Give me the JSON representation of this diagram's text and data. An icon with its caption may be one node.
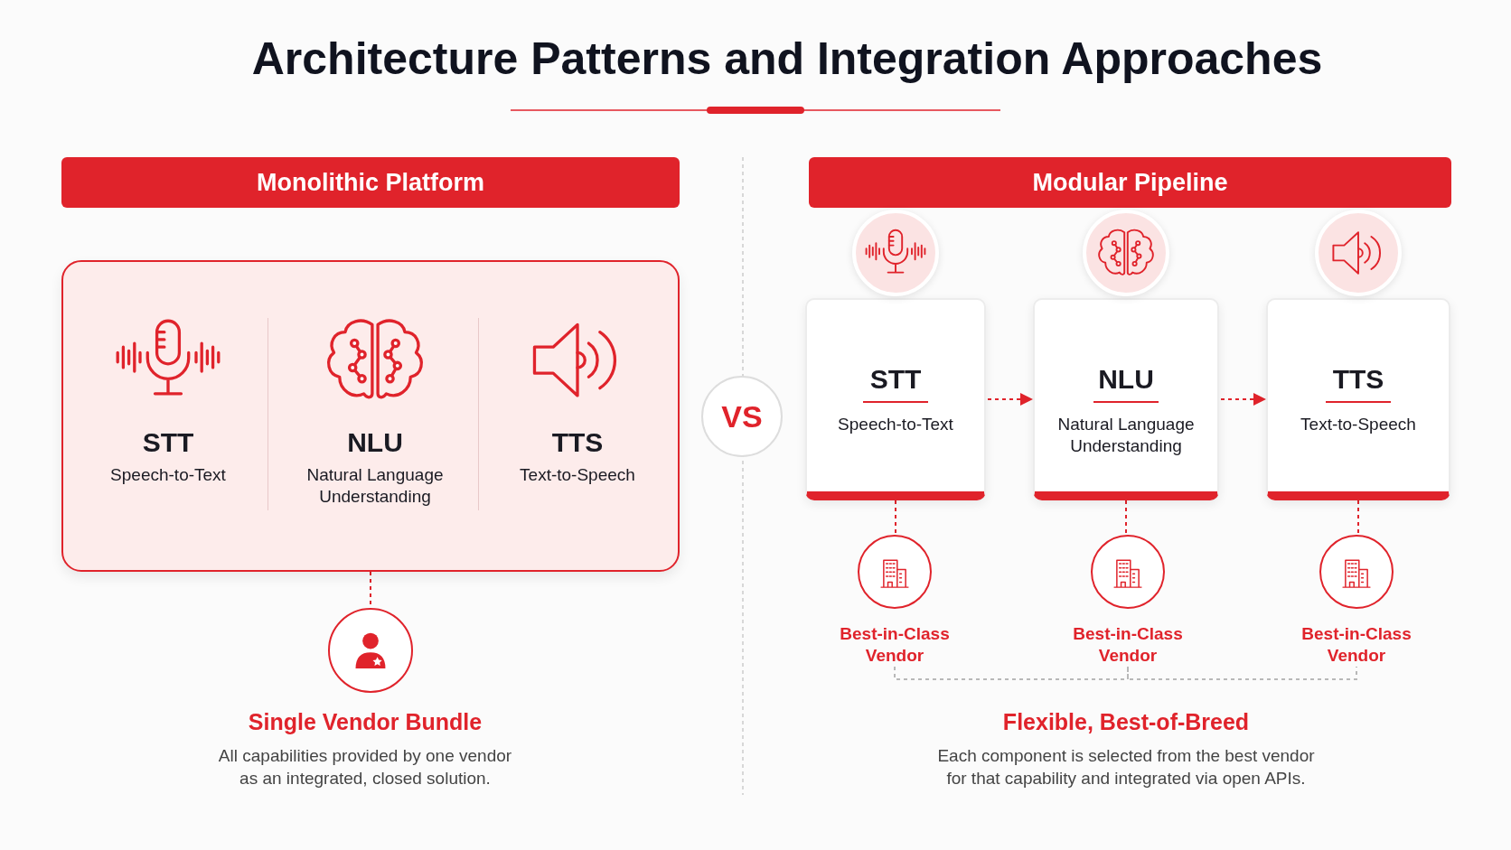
{
  "diagram": {
    "title": "Architecture Patterns and Integration Approaches",
    "nodes": [
      {
        "text": [
          "Monolithic Platform"
        ]
      },
      {
        "text": [],
        "shape": "box"
      },
      {
        "text": [
          "STT",
          "Speech-to-Text"
        ],
        "in": 1
      },
      {
        "text": [
          "NLU",
          "Natural Language Understanding"
        ],
        "in": 1
      },
      {
        "text": [
          "TTS",
          "Text-to-Speech"
        ],
        "in": 1
      },
      {
        "text": [],
        "shape": "circle"
      },
      {
        "text": [
          "VS"
        ]
      },
      {
        "text": [
          "Modular Pipeline"
        ]
      },
      {
        "text": [
          "STT",
          "Speech-to-Text"
        ]
      },
      {
        "text": [
          "NLU",
          "Natural Language Understanding"
        ]
      },
      {
        "text": [
          "TTS",
          "Text-to-Speech"
        ]
      },
      {
        "text": [],
        "shape": "circle",
        "beside": [
          "Best-in-Class Vendor"
        ]
      },
      {
        "text": [],
        "shape": "circle",
        "beside": [
          "Best-in-Class Vendor"
        ]
      },
      {
        "text": [],
        "shape": "circle",
        "beside": [
          "Best-in-Class Vendor"
        ]
      }
    ],
    "edges": [
      {
        "from": 1,
        "to": 5,
        "arrow": "none",
        "style": "dashed"
      },
      {
        "from": 8,
        "to": 9,
        "arrow": "to",
        "style": "dashed"
      },
      {
        "from": 9,
        "to": 10,
        "arrow": "to",
        "style": "dashed"
      },
      {
        "from": 8,
        "to": 11,
        "arrow": "none",
        "style": "dashed"
      },
      {
        "from": 9,
        "to": 12,
        "arrow": "none",
        "style": "dashed"
      },
      {
        "from": 10,
        "to": 13,
        "arrow": "none",
        "style": "dashed"
      },
      {
        "from": 11,
        "to": 12,
        "arrow": "none",
        "style": "dashed",
        "color": "#b8b8b8"
      },
      {
        "from": 12,
        "to": 13,
        "arrow": "none",
        "style": "dashed",
        "color": "#b8b8b8"
      }
    ],
    "labels": [
      "Single Vendor Bundle",
      "All capabilities provided by one vendor as an integrated, closed solution.",
      "Flexible, Best-of-Breed",
      "Each component is selected from the best vendor for that capability and integrated via open APIs."
    ]
  }
}
